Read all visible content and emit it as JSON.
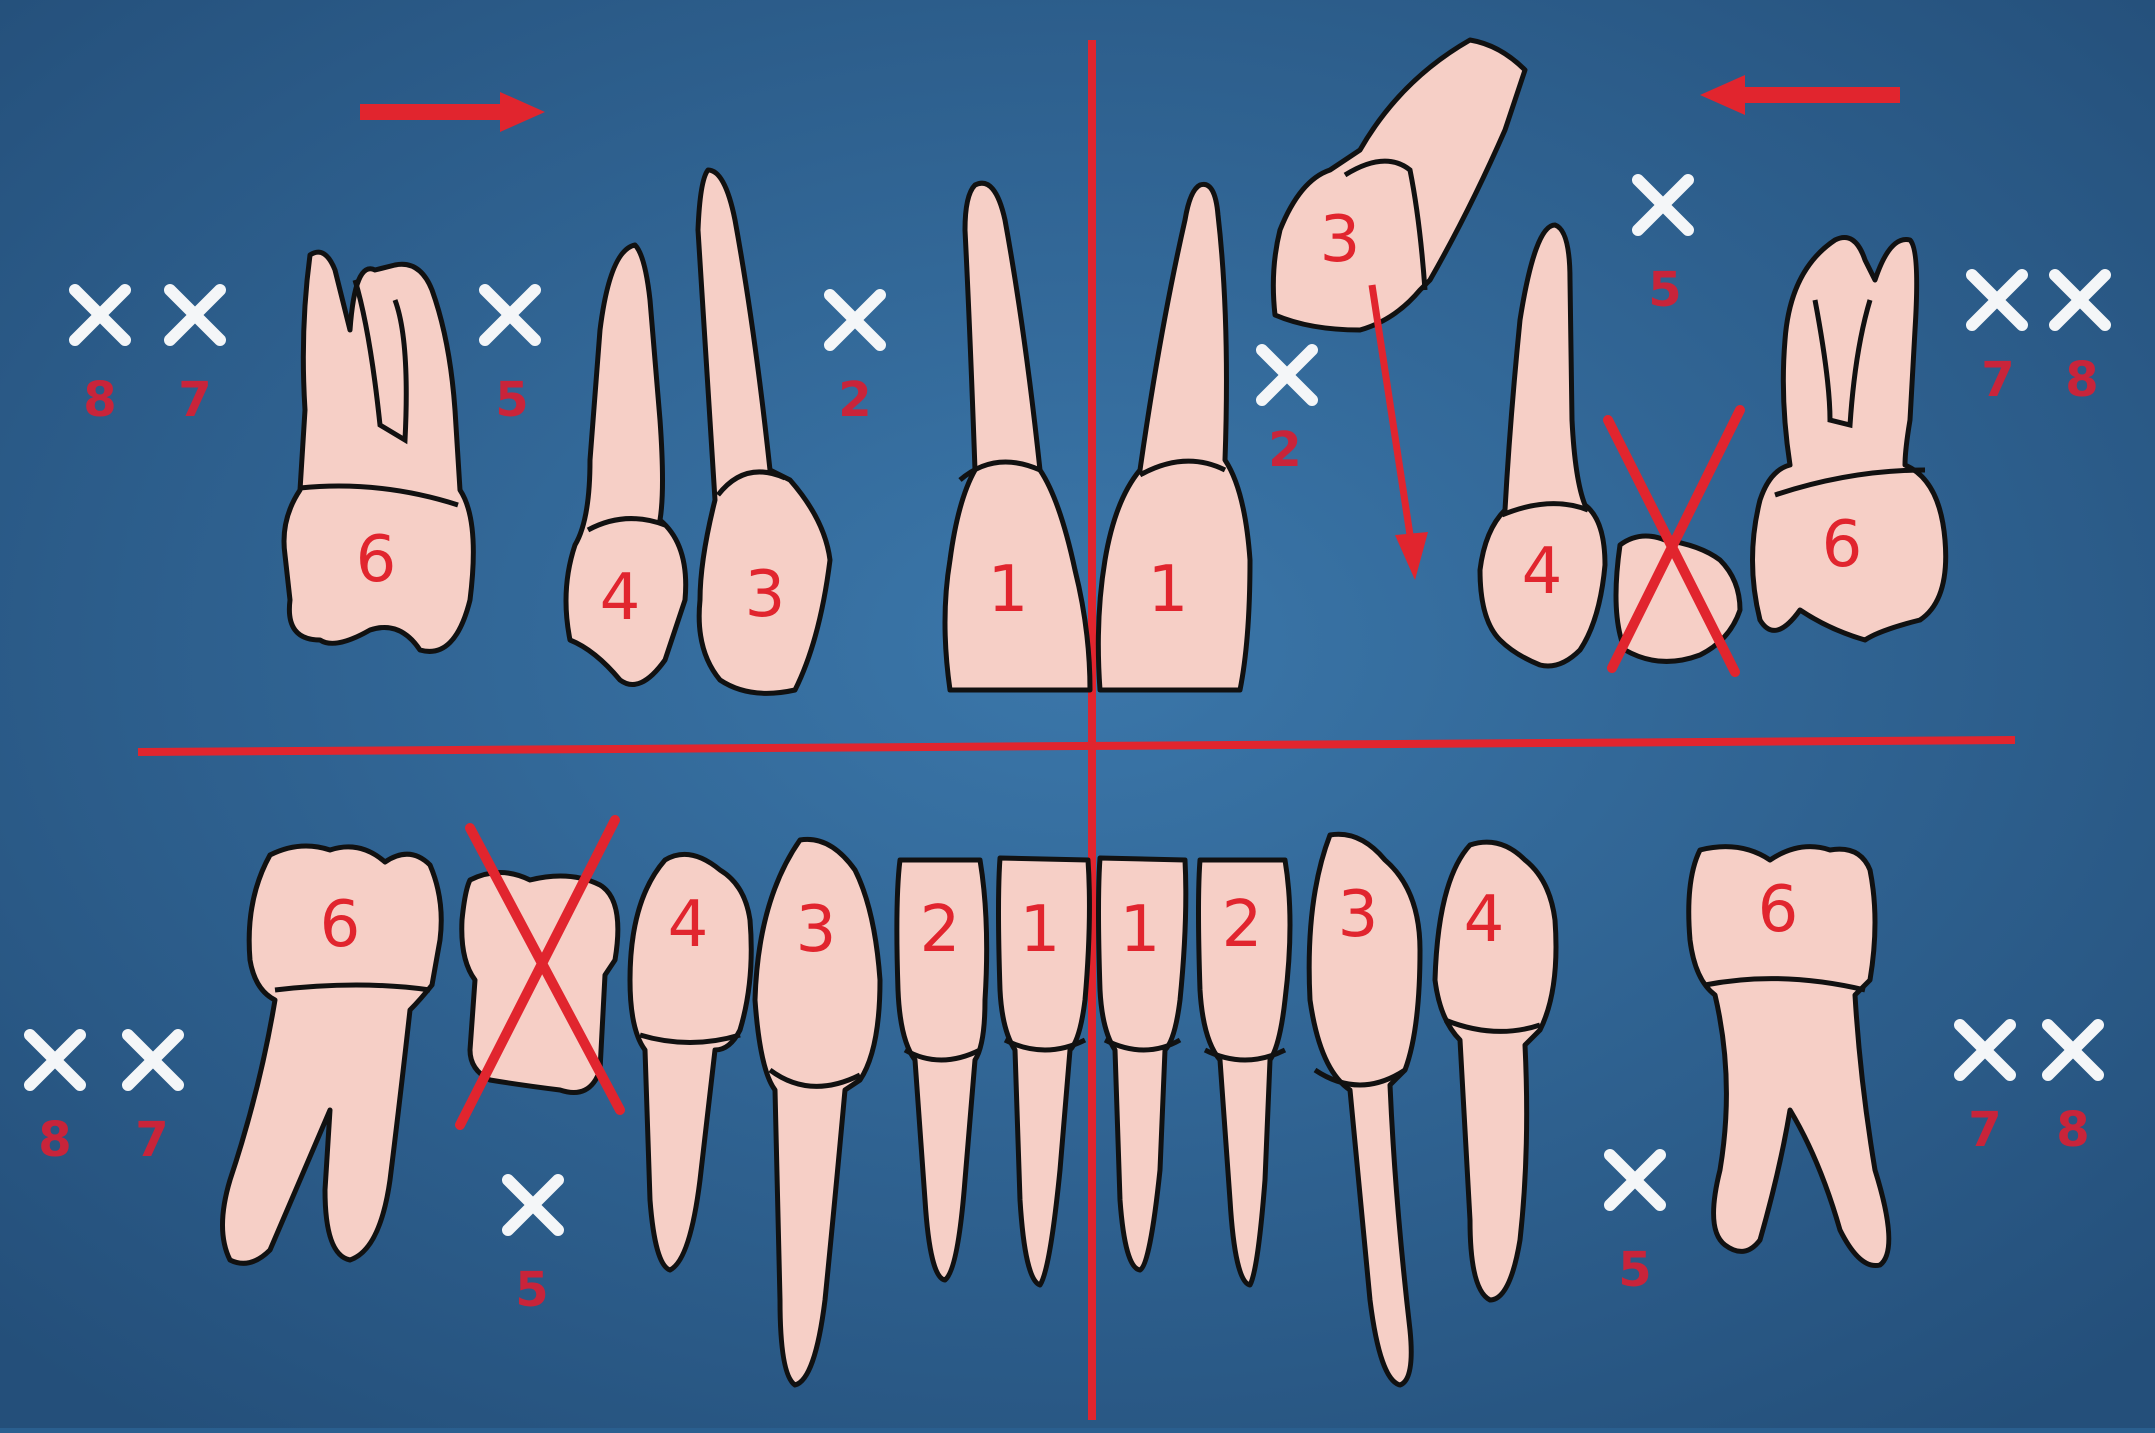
{
  "colors": {
    "background": "#2a5f8f",
    "tooth_fill": "#f6cfc6",
    "outline": "#111111",
    "accent_red": "#e1252e",
    "missing_marker": "#f4f6f8"
  },
  "upper_right_quadrant": {
    "teeth": [
      "6",
      "4",
      "3"
    ],
    "missing": [
      "8",
      "7",
      "5",
      "2"
    ]
  },
  "upper_left_quadrant": {
    "central": "1",
    "teeth_right_side": [
      "1",
      "3",
      "4",
      "6"
    ],
    "missing": [
      "2",
      "5",
      "7",
      "8"
    ]
  },
  "lower_right_quadrant": {
    "teeth": [
      "6",
      "4",
      "3",
      "2",
      "1"
    ],
    "missing": [
      "8",
      "7",
      "5"
    ]
  },
  "lower_left_quadrant": {
    "teeth": [
      "1",
      "2",
      "3",
      "4",
      "6"
    ],
    "missing": [
      "5",
      "7",
      "8"
    ]
  },
  "icons": {
    "arrow_left_to_right": "arrow-right-icon",
    "arrow_right_to_left": "arrow-left-icon",
    "missing_marker": "x-mark-icon",
    "extraction_marker": "red-x-icon",
    "eruption_path": "arrow-down-icon"
  }
}
